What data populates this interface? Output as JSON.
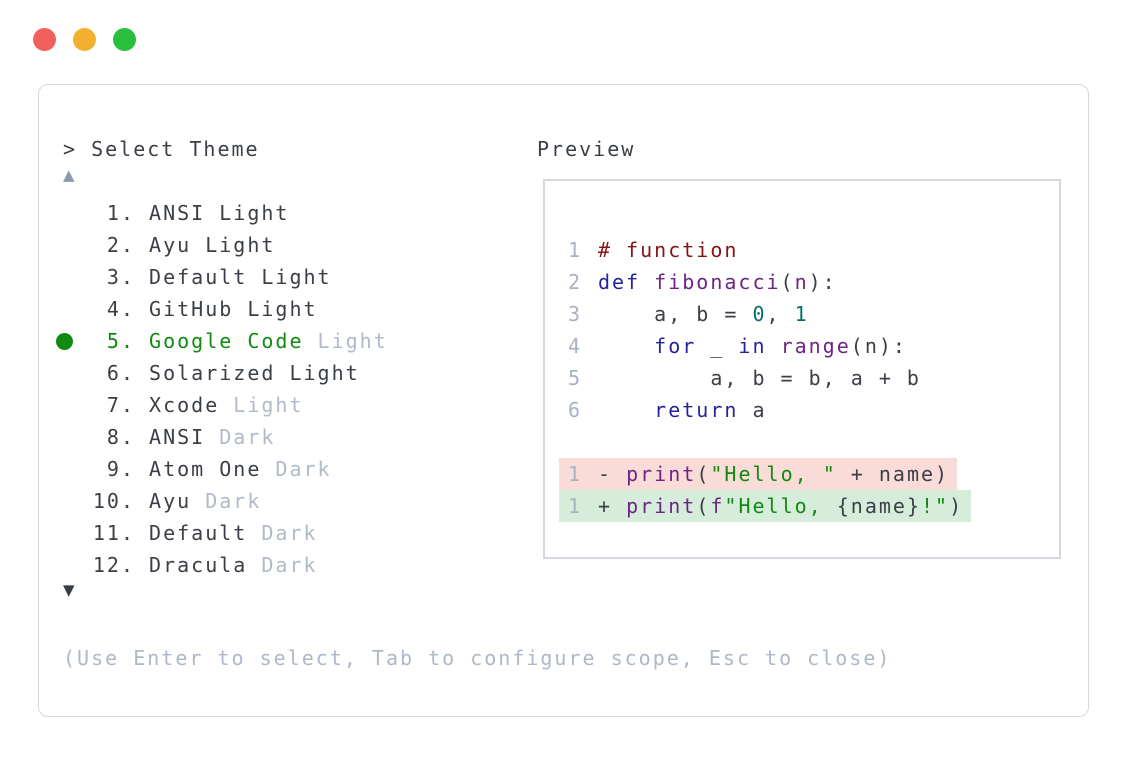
{
  "window": {
    "traffic_lights": {
      "close_color": "#f2605c",
      "minimize_color": "#f3b02f",
      "zoom_color": "#28bf3d"
    }
  },
  "prompt": {
    "label": "> Select Theme"
  },
  "preview": {
    "label": "Preview"
  },
  "theme_list": {
    "up_arrow": "▲",
    "down_arrow": "▼",
    "colors": {
      "dark": "#3b4046",
      "muted": "#b0bac8",
      "selected": "#118a11"
    },
    "items": [
      {
        "num": "1",
        "name": "ANSI",
        "variant": "Light",
        "muted_variant": false,
        "selected": false
      },
      {
        "num": "2",
        "name": "Ayu",
        "variant": "Light",
        "muted_variant": false,
        "selected": false
      },
      {
        "num": "3",
        "name": "Default",
        "variant": "Light",
        "muted_variant": false,
        "selected": false
      },
      {
        "num": "4",
        "name": "GitHub",
        "variant": "Light",
        "muted_variant": false,
        "selected": false
      },
      {
        "num": "5",
        "name": "Google Code",
        "variant": "Light",
        "muted_variant": true,
        "selected": true
      },
      {
        "num": "6",
        "name": "Solarized",
        "variant": "Light",
        "muted_variant": false,
        "selected": false
      },
      {
        "num": "7",
        "name": "Xcode",
        "variant": "Light",
        "muted_variant": true,
        "selected": false
      },
      {
        "num": "8",
        "name": "ANSI",
        "variant": "Dark",
        "muted_variant": true,
        "selected": false
      },
      {
        "num": "9",
        "name": "Atom One",
        "variant": "Dark",
        "muted_variant": true,
        "selected": false
      },
      {
        "num": "10",
        "name": "Ayu",
        "variant": "Dark",
        "muted_variant": true,
        "selected": false
      },
      {
        "num": "11",
        "name": "Default",
        "variant": "Dark",
        "muted_variant": true,
        "selected": false
      },
      {
        "num": "12",
        "name": "Dracula",
        "variant": "Dark",
        "muted_variant": true,
        "selected": false
      }
    ]
  },
  "code_preview": {
    "colors": {
      "comment": "#841515",
      "keyword": "#24249e",
      "type": "#6e2585",
      "string": "#128a12",
      "literal": "#0a6e6e",
      "plain": "#3b4046",
      "line_number": "#a7b2c2",
      "removed_bg": "#f9dbd8",
      "added_bg": "#d5edda"
    },
    "lines": [
      {
        "num": "1",
        "segments": [
          {
            "t": "# function",
            "c": "comment"
          }
        ]
      },
      {
        "num": "2",
        "segments": [
          {
            "t": "def",
            "c": "keyword"
          },
          {
            "t": " ",
            "c": "plain"
          },
          {
            "t": "fibonacci",
            "c": "type"
          },
          {
            "t": "(",
            "c": "plain"
          },
          {
            "t": "n",
            "c": "type"
          },
          {
            "t": "):",
            "c": "plain"
          }
        ]
      },
      {
        "num": "3",
        "segments": [
          {
            "t": "    a, b = ",
            "c": "plain"
          },
          {
            "t": "0",
            "c": "literal"
          },
          {
            "t": ", ",
            "c": "plain"
          },
          {
            "t": "1",
            "c": "literal"
          }
        ]
      },
      {
        "num": "4",
        "segments": [
          {
            "t": "    ",
            "c": "plain"
          },
          {
            "t": "for",
            "c": "keyword"
          },
          {
            "t": " _ ",
            "c": "plain"
          },
          {
            "t": "in",
            "c": "keyword"
          },
          {
            "t": " ",
            "c": "plain"
          },
          {
            "t": "range",
            "c": "type"
          },
          {
            "t": "(n):",
            "c": "plain"
          }
        ]
      },
      {
        "num": "5",
        "segments": [
          {
            "t": "        a, b = b, a + b",
            "c": "plain"
          }
        ]
      },
      {
        "num": "6",
        "segments": [
          {
            "t": "    ",
            "c": "plain"
          },
          {
            "t": "return",
            "c": "keyword"
          },
          {
            "t": " a",
            "c": "plain"
          }
        ]
      }
    ],
    "diff": [
      {
        "num": "1",
        "kind": "removed",
        "segments": [
          {
            "t": "- ",
            "c": "plain"
          },
          {
            "t": "print",
            "c": "type"
          },
          {
            "t": "(",
            "c": "plain"
          },
          {
            "t": "\"Hello, \"",
            "c": "string"
          },
          {
            "t": " + name)",
            "c": "plain"
          }
        ]
      },
      {
        "num": "1",
        "kind": "added",
        "segments": [
          {
            "t": "+ ",
            "c": "plain"
          },
          {
            "t": "print",
            "c": "type"
          },
          {
            "t": "(",
            "c": "plain"
          },
          {
            "t": "f",
            "c": "type"
          },
          {
            "t": "\"Hello, ",
            "c": "string"
          },
          {
            "t": "{name}",
            "c": "plain"
          },
          {
            "t": "!\"",
            "c": "string"
          },
          {
            "t": ")",
            "c": "plain"
          }
        ]
      }
    ]
  },
  "footer": {
    "hint": "(Use Enter to select, Tab to configure scope, Esc to close)"
  }
}
